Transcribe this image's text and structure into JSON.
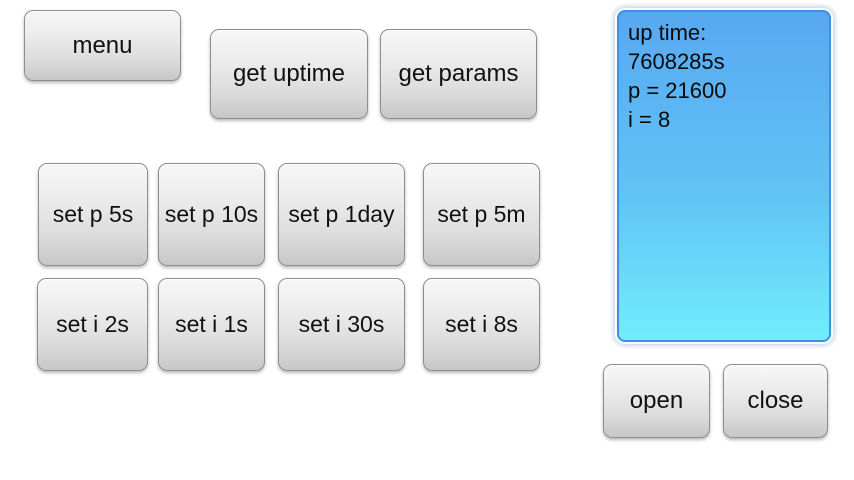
{
  "buttons": {
    "menu": "menu",
    "get_uptime": "get uptime",
    "get_params": "get params",
    "set_p_5s": "set p 5s",
    "set_p_10s": "set p 10s",
    "set_p_1day": "set p 1day",
    "set_p_5m": "set p 5m",
    "set_i_2s": "set i 2s",
    "set_i_1s": "set i 1s",
    "set_i_30s": "set i 30s",
    "set_i_8s": "set i 8s",
    "open": "open",
    "close": "close"
  },
  "status_panel": {
    "lines": [
      "up time:",
      "7608285s",
      "p = 21600",
      "i = 8"
    ]
  },
  "colors": {
    "background": "#ffffff",
    "button_face_top": "#f7f7f7",
    "button_face_bottom": "#c7c7c7",
    "button_border": "#8e8e8e",
    "button_text": "#111111",
    "panel_gradient_top": "#58a8f0",
    "panel_gradient_bottom": "#70edfb",
    "panel_border": "#4090dd",
    "panel_text": "#0a0a0a"
  }
}
